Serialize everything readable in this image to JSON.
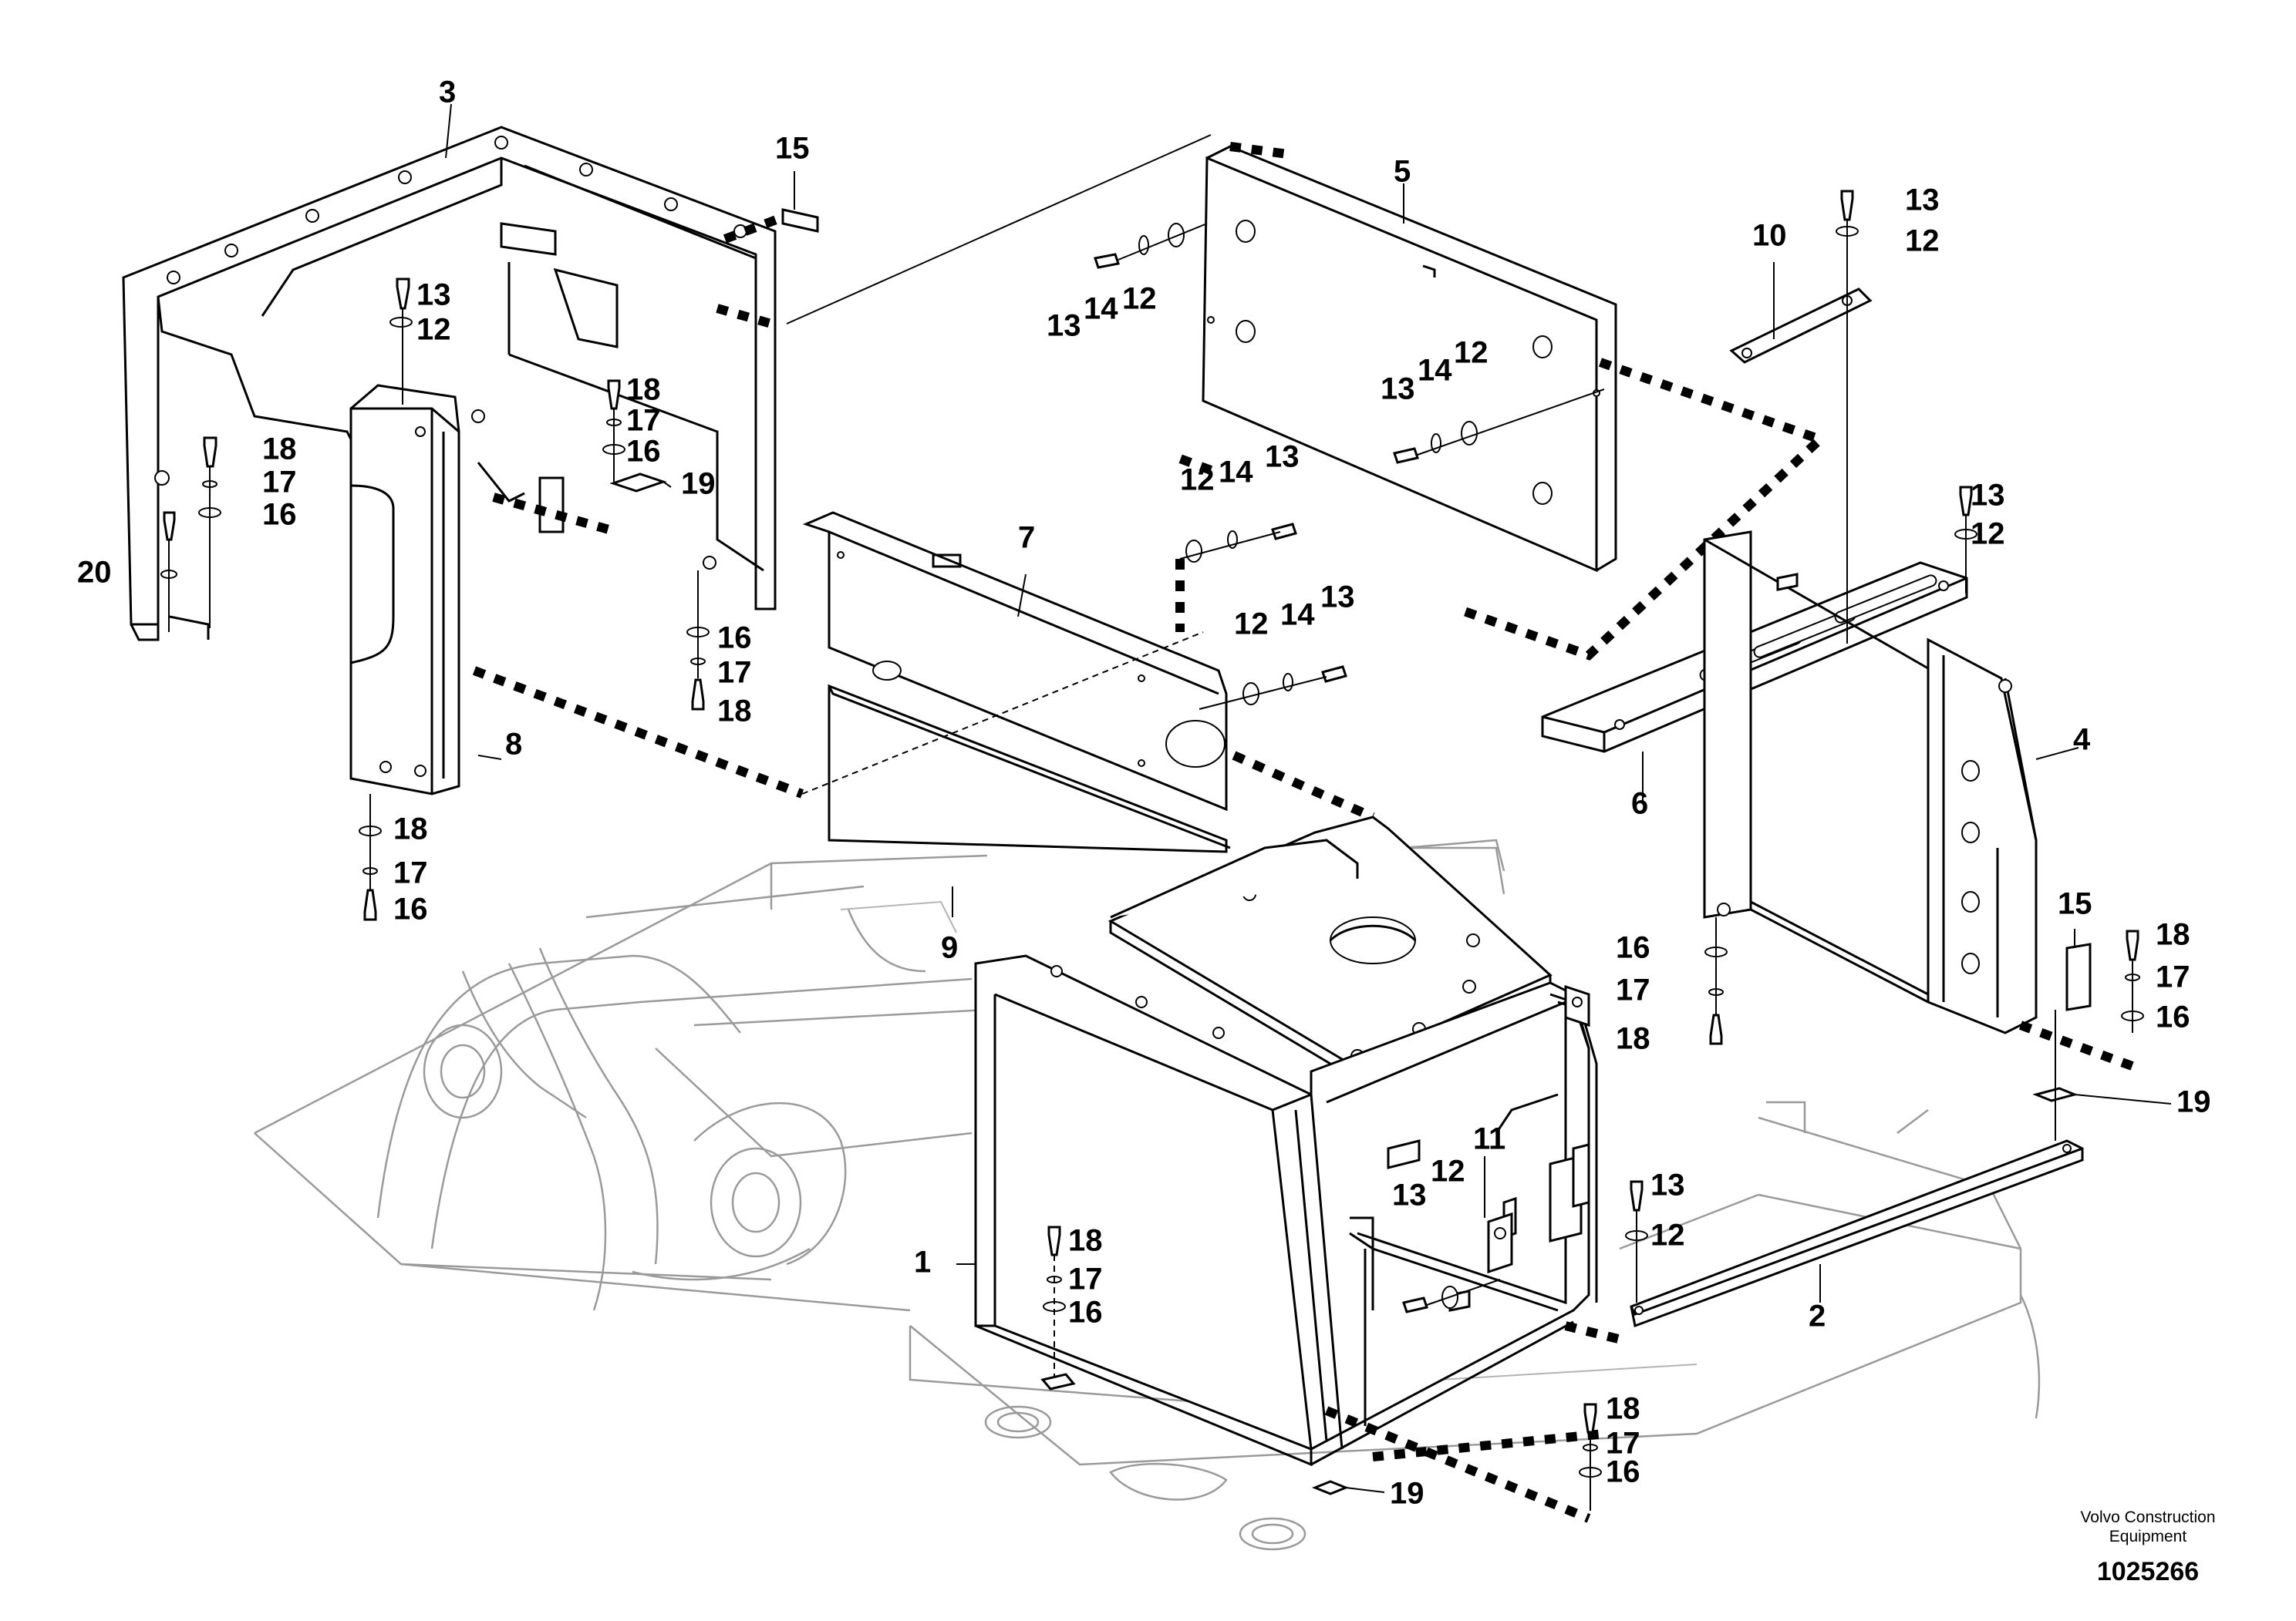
{
  "diagram": {
    "type": "exploded-parts-view",
    "callouts": [
      {
        "id": "c3",
        "label": "3"
      },
      {
        "id": "c15a",
        "label": "15"
      },
      {
        "id": "c5",
        "label": "5"
      },
      {
        "id": "c13a",
        "label": "13"
      },
      {
        "id": "c12a",
        "label": "12"
      },
      {
        "id": "c10",
        "label": "10"
      },
      {
        "id": "c13b",
        "label": "13"
      },
      {
        "id": "c14b",
        "label": "14"
      },
      {
        "id": "c12b",
        "label": "12"
      },
      {
        "id": "c13c",
        "label": "13"
      },
      {
        "id": "c12c",
        "label": "12"
      },
      {
        "id": "c18a",
        "label": "18"
      },
      {
        "id": "c17a",
        "label": "17"
      },
      {
        "id": "c16a",
        "label": "16"
      },
      {
        "id": "c19a",
        "label": "19"
      },
      {
        "id": "c13d",
        "label": "13"
      },
      {
        "id": "c14d",
        "label": "14"
      },
      {
        "id": "c12d",
        "label": "12"
      },
      {
        "id": "c18b",
        "label": "18"
      },
      {
        "id": "c17b",
        "label": "17"
      },
      {
        "id": "c16b",
        "label": "16"
      },
      {
        "id": "c20",
        "label": "20"
      },
      {
        "id": "c12e",
        "label": "12"
      },
      {
        "id": "c14e",
        "label": "14"
      },
      {
        "id": "c13e",
        "label": "13"
      },
      {
        "id": "c7",
        "label": "7"
      },
      {
        "id": "c13f",
        "label": "13"
      },
      {
        "id": "c12f",
        "label": "12"
      },
      {
        "id": "c16c",
        "label": "16"
      },
      {
        "id": "c17c",
        "label": "17"
      },
      {
        "id": "c18c",
        "label": "18"
      },
      {
        "id": "c12g",
        "label": "12"
      },
      {
        "id": "c14g",
        "label": "14"
      },
      {
        "id": "c13g",
        "label": "13"
      },
      {
        "id": "c8",
        "label": "8"
      },
      {
        "id": "c4",
        "label": "4"
      },
      {
        "id": "c6",
        "label": "6"
      },
      {
        "id": "c16d",
        "label": "16"
      },
      {
        "id": "c17d",
        "label": "17"
      },
      {
        "id": "c18d",
        "label": "18"
      },
      {
        "id": "c9",
        "label": "9"
      },
      {
        "id": "c15b",
        "label": "15"
      },
      {
        "id": "c18e",
        "label": "18"
      },
      {
        "id": "c16e",
        "label": "16"
      },
      {
        "id": "c17e",
        "label": "17"
      },
      {
        "id": "c18f",
        "label": "18"
      },
      {
        "id": "c17f",
        "label": "17"
      },
      {
        "id": "c16f",
        "label": "16"
      },
      {
        "id": "c19b",
        "label": "19"
      },
      {
        "id": "c13h",
        "label": "13"
      },
      {
        "id": "c12h",
        "label": "12"
      },
      {
        "id": "c11",
        "label": "11"
      },
      {
        "id": "c13i",
        "label": "13"
      },
      {
        "id": "c12i",
        "label": "12"
      },
      {
        "id": "c1",
        "label": "1"
      },
      {
        "id": "c18g",
        "label": "18"
      },
      {
        "id": "c17g",
        "label": "17"
      },
      {
        "id": "c16g",
        "label": "16"
      },
      {
        "id": "c2",
        "label": "2"
      },
      {
        "id": "c18h",
        "label": "18"
      },
      {
        "id": "c17h",
        "label": "17"
      },
      {
        "id": "c16h",
        "label": "16"
      },
      {
        "id": "c19c",
        "label": "19"
      }
    ]
  },
  "footer": {
    "brand_line1": "Volvo Construction",
    "brand_line2": "Equipment",
    "doc_number": "1025266"
  }
}
